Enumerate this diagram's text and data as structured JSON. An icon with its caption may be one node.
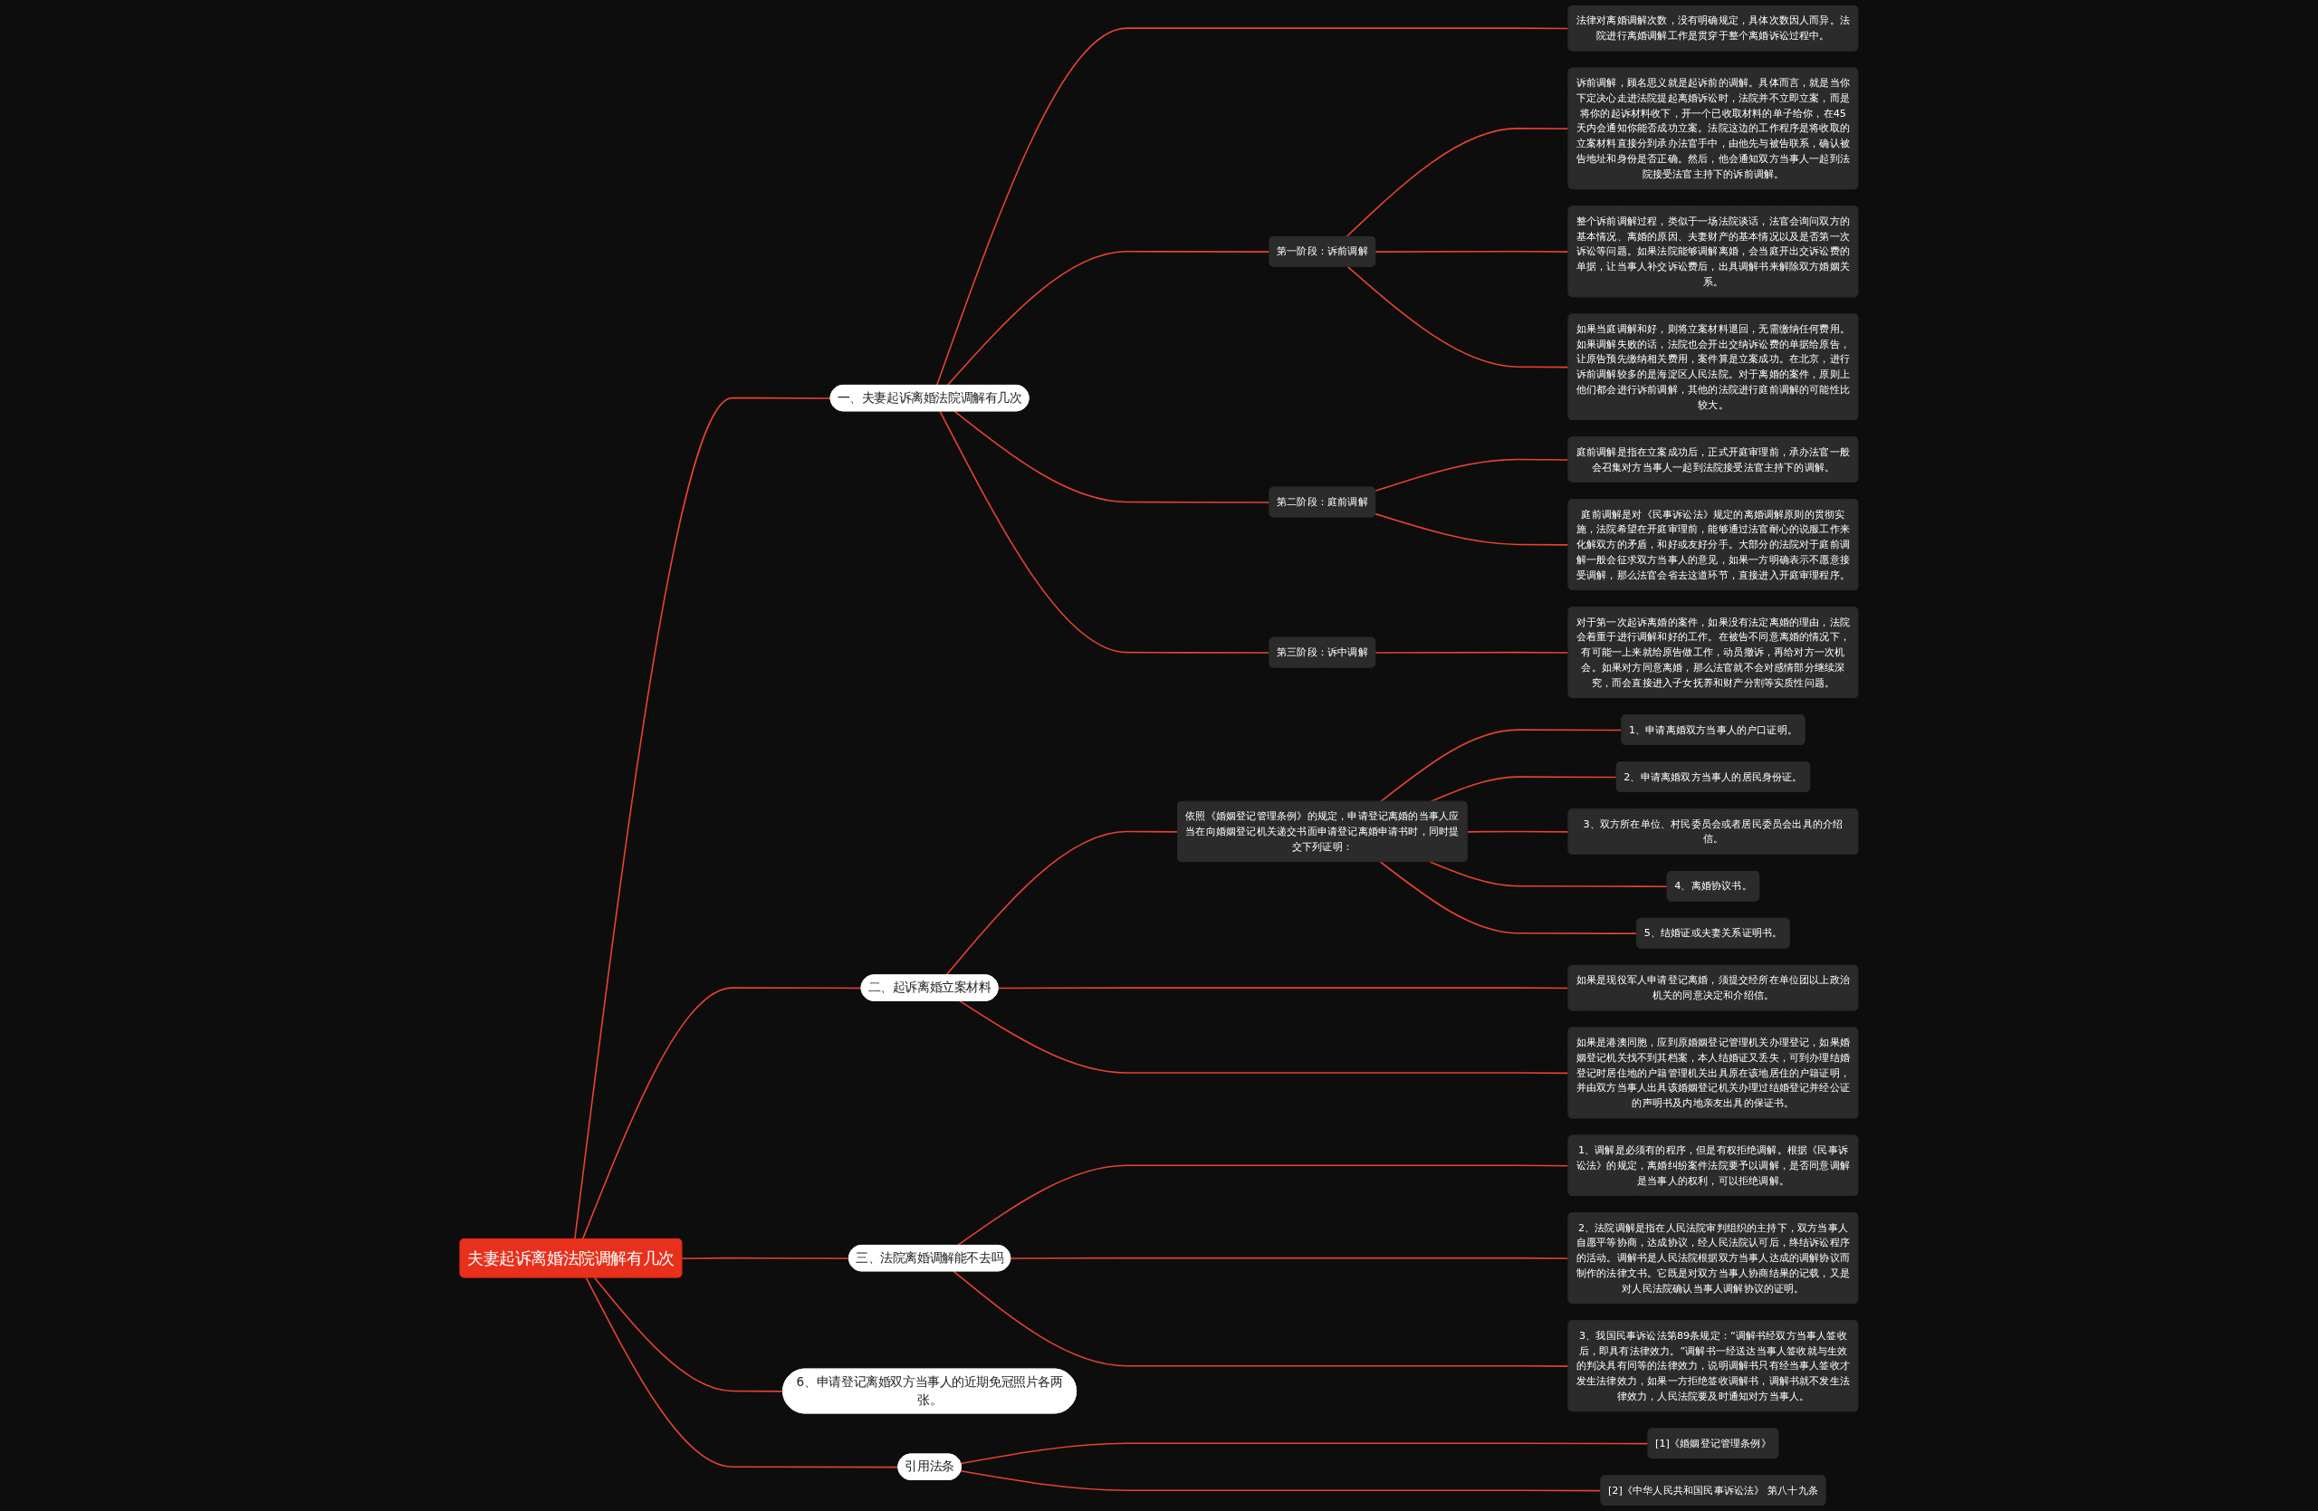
{
  "diagram": {
    "nodes": [
      {
        "text": [
          "夫妻起诉离婚法院调解有几次"
        ]
      },
      {
        "text": [
          "一、夫妻起诉离婚法院调解有几次"
        ]
      },
      {
        "text": [
          "法律对离婚调解次数，没有明确规定，具体次数因人而异。法院进行离婚调解工作是贯穿于整个离婚诉讼过程中。"
        ]
      },
      {
        "text": [
          "第一阶段：诉前调解"
        ]
      },
      {
        "text": [
          "诉前调解，顾名思义就是起诉前的调解。具体而言，就是当你下定决心走进法院提起离婚诉讼时，法院并不立即立案，而是将你的起诉材料收下，开一个已收取材料的单子给你，在45天内会通知你能否成功立案。法院这边的工作程序是将收取的立案材料直接分到承办法官手中，由他先与被告联系，确认被告地址和身份是否正确。然后，他会通知双方当事人一起到法院接受法官主持下的诉前调解。"
        ]
      },
      {
        "text": [
          "整个诉前调解过程，类似于一场法院谈话，法官会询问双方的基本情况、离婚的原因、夫妻财产的基本情况以及是否第一次诉讼等问题。如果法院能够调解离婚，会当庭开出交诉讼费的单据，让当事人补交诉讼费后，出具调解书来解除双方婚姻关系。"
        ]
      },
      {
        "text": [
          "如果当庭调解和好，则将立案材料退回，无需缴纳任何费用。如果调解失败的话，法院也会开出交纳诉讼费的单据给原告，让原告预先缴纳相关费用，案件算是立案成功。在北京，进行诉前调解较多的是海淀区人民法院。对于离婚的案件，原则上他们都会进行诉前调解，其他的法院进行庭前调解的可能性比较大。"
        ]
      },
      {
        "text": [
          "第二阶段：庭前调解"
        ]
      },
      {
        "text": [
          "庭前调解是指在立案成功后，正式开庭审理前，承办法官一般会召集对方当事人一起到法院接受法官主持下的调解。"
        ]
      },
      {
        "text": [
          "庭前调解是对《民事诉讼法》规定的离婚调解原则的贯彻实施，法院希望在开庭审理前，能够通过法官耐心的说服工作来化解双方的矛盾，和好或友好分手。大部分的法院对于庭前调解一般会征求双方当事人的意见，如果一方明确表示不愿意接受调解，那么法官会省去这道环节，直接进入开庭审理程序。"
        ]
      },
      {
        "text": [
          "第三阶段：诉中调解"
        ]
      },
      {
        "text": [
          "对于第一次起诉离婚的案件，如果没有法定离婚的理由，法院会着重于进行调解和好的工作。在被告不同意离婚的情况下，有可能一上来就给原告做工作，动员撤诉，再给对方一次机会。如果对方同意离婚，那么法官就不会对感情部分继续深究，而会直接进入子女抚养和财产分割等实质性问题。"
        ]
      },
      {
        "text": [
          "二、起诉离婚立案材料"
        ]
      },
      {
        "text": [
          "依照《婚姻登记管理条例》的规定，申请登记离婚的当事人应当在向婚姻登记机关递交书面申请登记离婚申请书时，同时提交下列证明："
        ]
      },
      {
        "text": [
          "1、申请离婚双方当事人的户口证明。"
        ]
      },
      {
        "text": [
          "2、申请离婚双方当事人的居民身份证。"
        ]
      },
      {
        "text": [
          "3、双方所在单位、村民委员会或者居民委员会出具的介绍信。"
        ]
      },
      {
        "text": [
          "4、离婚协议书。"
        ]
      },
      {
        "text": [
          "5、结婚证或夫妻关系证明书。"
        ]
      },
      {
        "text": [
          "如果是现役军人申请登记离婚，须提交经所在单位团以上政治机关的同意决定和介绍信。"
        ]
      },
      {
        "text": [
          "如果是港澳同胞，应到原婚姻登记管理机关办理登记，如果婚姻登记机关找不到其档案，本人结婚证又丢失，可到办理结婚登记时居住地的户籍管理机关出具原在该地居住的户籍证明，并由双方当事人出具该婚姻登记机关办理过结婚登记并经公证的声明书及内地亲友出具的保证书。"
        ]
      },
      {
        "text": [
          "三、法院离婚调解能不去吗"
        ]
      },
      {
        "text": [
          "1、调解是必须有的程序，但是有权拒绝调解。根据《民事诉讼法》的规定，离婚纠纷案件法院要予以调解，是否同意调解是当事人的权利，可以拒绝调解。"
        ]
      },
      {
        "text": [
          "2、法院调解是指在人民法院审判组织的主持下，双方当事人自愿平等协商，达成协议，经人民法院认可后，终结诉讼程序的活动。调解书是人民法院根据双方当事人达成的调解协议而制作的法律文书。它既是对双方当事人协商结果的记载，又是对人民法院确认当事人调解协议的证明。"
        ]
      },
      {
        "text": [
          "3、我国民事诉讼法第89条规定：“调解书经双方当事人签收后，即具有法律效力。”调解书一经送达当事人签收就与生效的判决具有同等的法律效力，说明调解书只有经当事人签收才发生法律效力，如果一方拒绝签收调解书，调解书就不发生法律效力，人民法院要及时通知对方当事人。"
        ]
      },
      {
        "text": [
          "6、申请登记离婚双方当事人的近期免冠照片各两张。"
        ]
      },
      {
        "text": [
          "引用法条"
        ]
      },
      {
        "text": [
          "[1]《婚姻登记管理条例》"
        ]
      },
      {
        "text": [
          "[2]《中华人民共和国民事诉讼法》 第八十九条"
        ]
      }
    ],
    "edges": [
      {
        "from": 0,
        "to": 1,
        "arrow": "none"
      },
      {
        "from": 1,
        "to": 2,
        "arrow": "none"
      },
      {
        "from": 1,
        "to": 3,
        "arrow": "none"
      },
      {
        "from": 3,
        "to": 4,
        "arrow": "none"
      },
      {
        "from": 3,
        "to": 5,
        "arrow": "none"
      },
      {
        "from": 3,
        "to": 6,
        "arrow": "none"
      },
      {
        "from": 1,
        "to": 7,
        "arrow": "none"
      },
      {
        "from": 7,
        "to": 8,
        "arrow": "none"
      },
      {
        "from": 7,
        "to": 9,
        "arrow": "none"
      },
      {
        "from": 1,
        "to": 10,
        "arrow": "none"
      },
      {
        "from": 10,
        "to": 11,
        "arrow": "none"
      },
      {
        "from": 0,
        "to": 12,
        "arrow": "none"
      },
      {
        "from": 12,
        "to": 13,
        "arrow": "none"
      },
      {
        "from": 13,
        "to": 14,
        "arrow": "none"
      },
      {
        "from": 13,
        "to": 15,
        "arrow": "none"
      },
      {
        "from": 13,
        "to": 16,
        "arrow": "none"
      },
      {
        "from": 13,
        "to": 17,
        "arrow": "none"
      },
      {
        "from": 13,
        "to": 18,
        "arrow": "none"
      },
      {
        "from": 12,
        "to": 19,
        "arrow": "none"
      },
      {
        "from": 12,
        "to": 20,
        "arrow": "none"
      },
      {
        "from": 0,
        "to": 21,
        "arrow": "none"
      },
      {
        "from": 21,
        "to": 22,
        "arrow": "none"
      },
      {
        "from": 21,
        "to": 23,
        "arrow": "none"
      },
      {
        "from": 21,
        "to": 24,
        "arrow": "none"
      },
      {
        "from": 0,
        "to": 25,
        "arrow": "none"
      },
      {
        "from": 0,
        "to": 26,
        "arrow": "none"
      },
      {
        "from": 26,
        "to": 27,
        "arrow": "none"
      },
      {
        "from": 26,
        "to": 28,
        "arrow": "none"
      }
    ]
  }
}
